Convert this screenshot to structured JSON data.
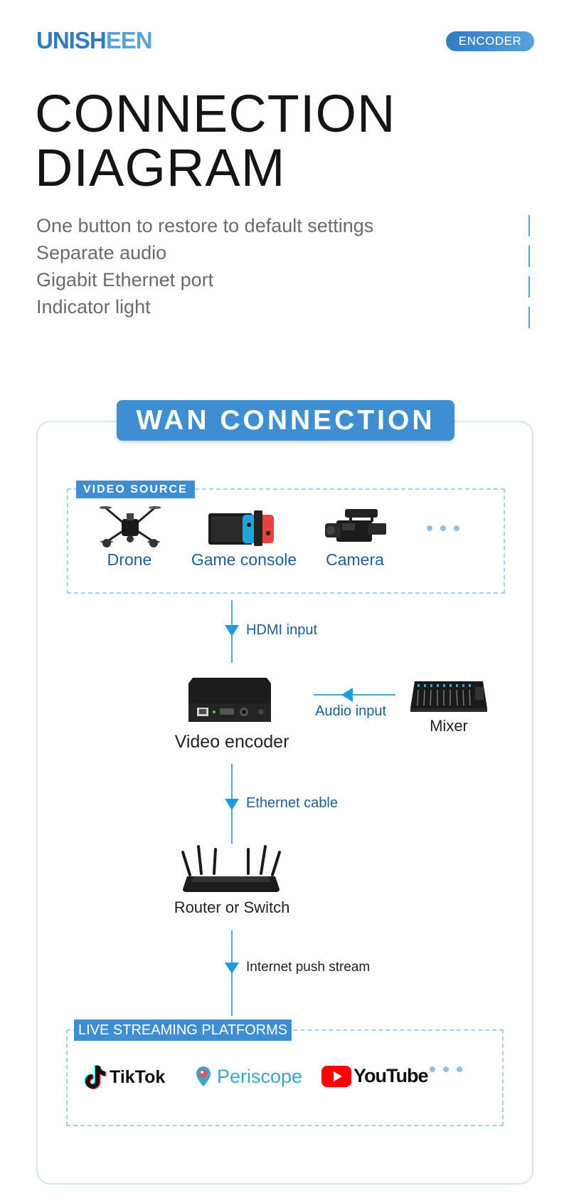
{
  "header": {
    "brand_part1": "UNISH",
    "brand_part2": "EEN",
    "badge": "ENCODER"
  },
  "title": {
    "line1": "CONNECTION",
    "line2": "DIAGRAM"
  },
  "features": [
    "One button to restore to default settings",
    "Separate audio",
    "Gigabit Ethernet port",
    "Indicator light"
  ],
  "diagram": {
    "heading": "WAN CONNECTION",
    "video_source": {
      "tag": "VIDEO SOURCE",
      "items": [
        {
          "label": "Drone",
          "icon": "drone-icon"
        },
        {
          "label": "Game console",
          "icon": "game-console-icon"
        },
        {
          "label": "Camera",
          "icon": "camera-icon"
        }
      ]
    },
    "hdmi_label": "HDMI input",
    "encoder_label": "Video encoder",
    "audio_label": "Audio input",
    "mixer_label": "Mixer",
    "ethernet_label": "Ethernet cable",
    "router_label": "Router or Switch",
    "push_label": "Internet push stream",
    "platforms": {
      "tag": "LIVE STREAMING PLATFORMS",
      "items": [
        {
          "label": "TikTok",
          "icon": "tiktok-icon"
        },
        {
          "label": "Periscope",
          "icon": "periscope-icon"
        },
        {
          "label": "YouTube",
          "icon": "youtube-icon"
        }
      ]
    }
  },
  "colors": {
    "accent": "#3f8ed1",
    "brand_dark": "#2f7bc1",
    "brand_light": "#5aa2db",
    "arrow": "#1e9ae0",
    "label_blue": "#1e5e96",
    "youtube_red": "#ff0000"
  }
}
